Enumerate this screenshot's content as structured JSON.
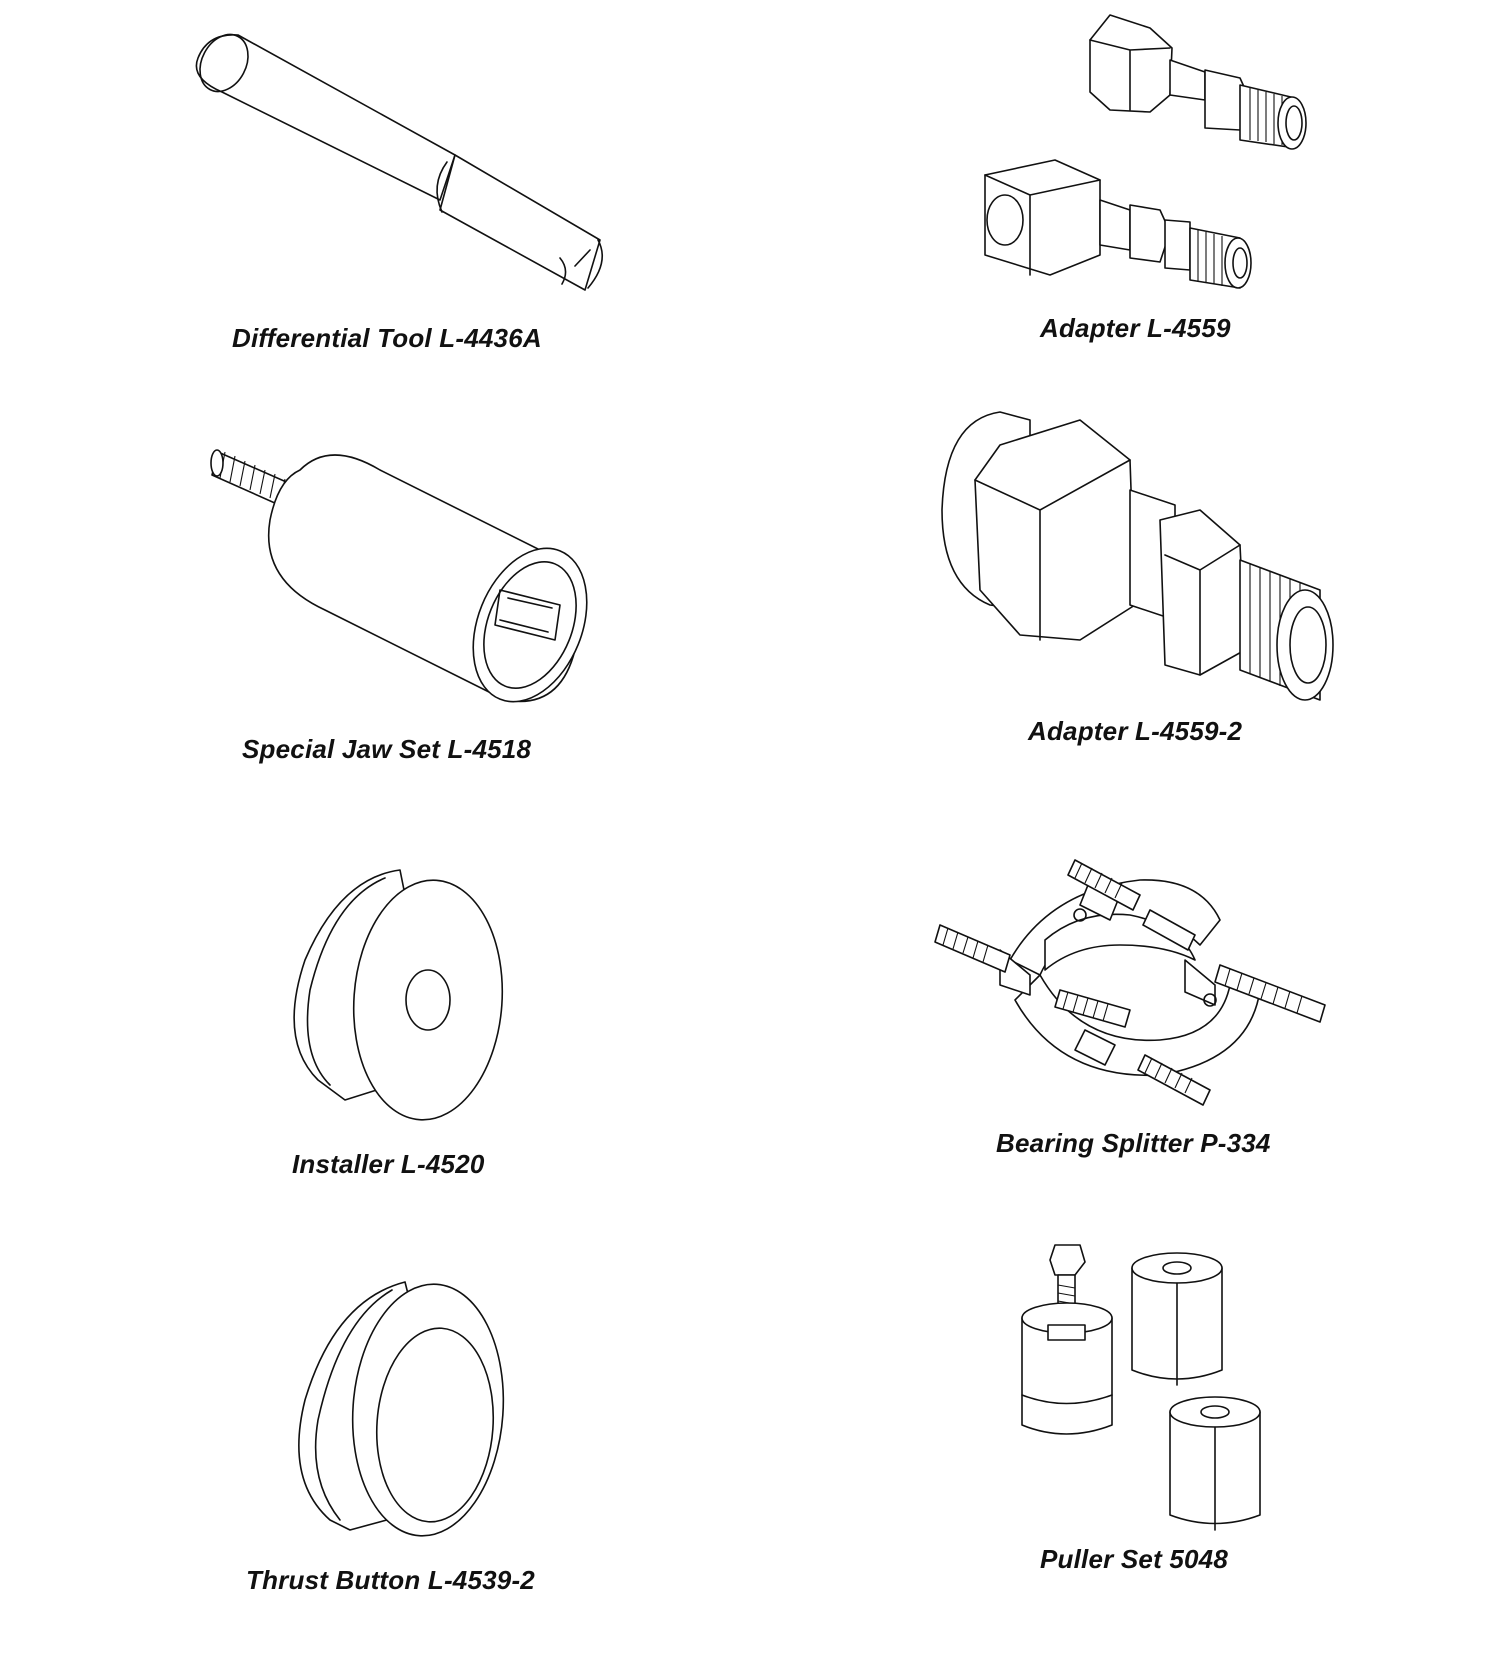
{
  "tools": [
    {
      "caption": "Differential Tool L-4436A",
      "drawing": "differential-tool-drawing"
    },
    {
      "caption": "Adapter L-4559",
      "drawing": "adapter-drawing"
    },
    {
      "caption": "Special Jaw Set L-4518",
      "drawing": "special-jaw-set-drawing"
    },
    {
      "caption": "Adapter L-4559-2",
      "drawing": "adapter-2-drawing"
    },
    {
      "caption": "Installer L-4520",
      "drawing": "installer-drawing"
    },
    {
      "caption": "Bearing Splitter P-334",
      "drawing": "bearing-splitter-drawing"
    },
    {
      "caption": "Thrust Button L-4539-2",
      "drawing": "thrust-button-drawing"
    },
    {
      "caption": "Puller Set 5048",
      "drawing": "puller-set-drawing"
    }
  ]
}
